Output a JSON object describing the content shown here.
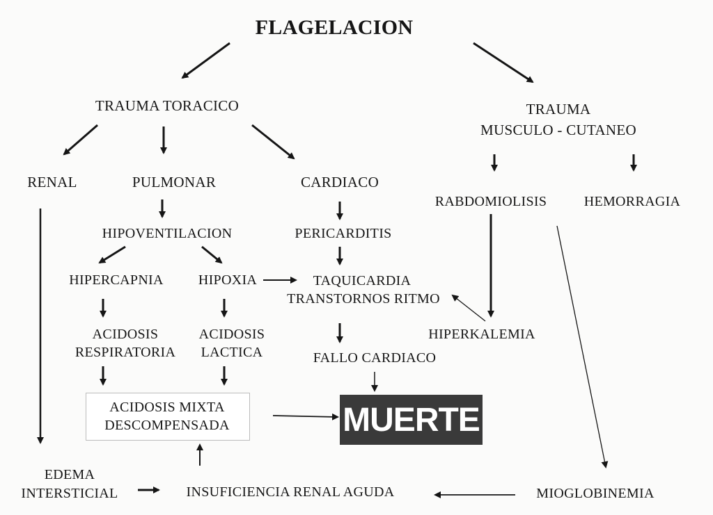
{
  "diagram": {
    "title": "FLAGELACION",
    "nodes": {
      "trauma_toracico": "TRAUMA TORACICO",
      "trauma_mc_1": "TRAUMA",
      "trauma_mc_2": "MUSCULO - CUTANEO",
      "renal": "RENAL",
      "pulmonar": "PULMONAR",
      "cardiaco": "CARDIACO",
      "rabdomiolisis": "RABDOMIOLISIS",
      "hemorragia": "HEMORRAGIA",
      "hipoventilacion": "HIPOVENTILACION",
      "pericarditis": "PERICARDITIS",
      "hipercapnia": "HIPERCAPNIA",
      "hipoxia": "HIPOXIA",
      "taquicardia": "TAQUICARDIA",
      "transtornos": "TRANSTORNOS RITMO",
      "hiperkalemia": "HIPERKALEMIA",
      "acid_resp_1": "ACIDOSIS",
      "acid_resp_2": "RESPIRATORIA",
      "acid_lact_1": "ACIDOSIS",
      "acid_lact_2": "LACTICA",
      "fallo": "FALLO CARDIACO",
      "mixta_1": "ACIDOSIS MIXTA",
      "mixta_2": "DESCOMPENSADA",
      "muerte": "MUERTE",
      "edema_1": "EDEMA",
      "edema_2": "INTERSTICIAL",
      "insuficiencia": "INSUFICIENCIA RENAL AGUDA",
      "mioglobinemia": "MIOGLOBINEMIA"
    }
  }
}
